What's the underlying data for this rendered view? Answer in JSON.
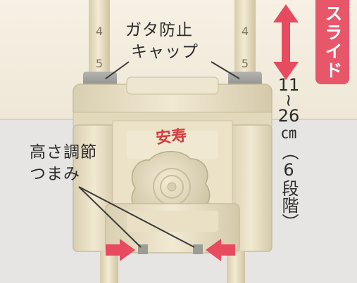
{
  "labels": {
    "anti_rattle_cap": [
      "ガタ防止",
      "キャップ"
    ],
    "height_knob": [
      "高さ調節",
      "つまみ"
    ],
    "slide": "スライド",
    "size_top": "11",
    "size_tilde": "~",
    "size_bottom": "26",
    "size_unit": "㎝",
    "size_steps": "（6段階）"
  },
  "scale_marks": [
    "4",
    "5",
    "4",
    "5"
  ],
  "product_logo": "安寿",
  "colors": {
    "accent_red": "#e8566a",
    "arrow_pink": "#e84a5f",
    "body_beige": "#e9dfc3",
    "cap_gray": "#9b9b98"
  }
}
